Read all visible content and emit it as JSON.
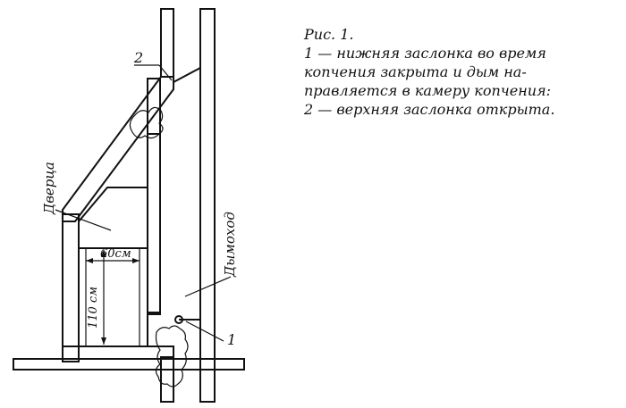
{
  "labels": {
    "door": "Дверца",
    "chimney": "Дымоход",
    "dim_width": "60см",
    "dim_height": "110 см",
    "callout_1": "1",
    "callout_2": "2"
  },
  "caption": {
    "title": "Рис. 1.",
    "lines": [
      "1 — нижняя заслонка во время",
      "копчения закрыта и дым на-",
      "правляется в камеру копчения:",
      "2 — верхняя заслонка открыта."
    ]
  }
}
